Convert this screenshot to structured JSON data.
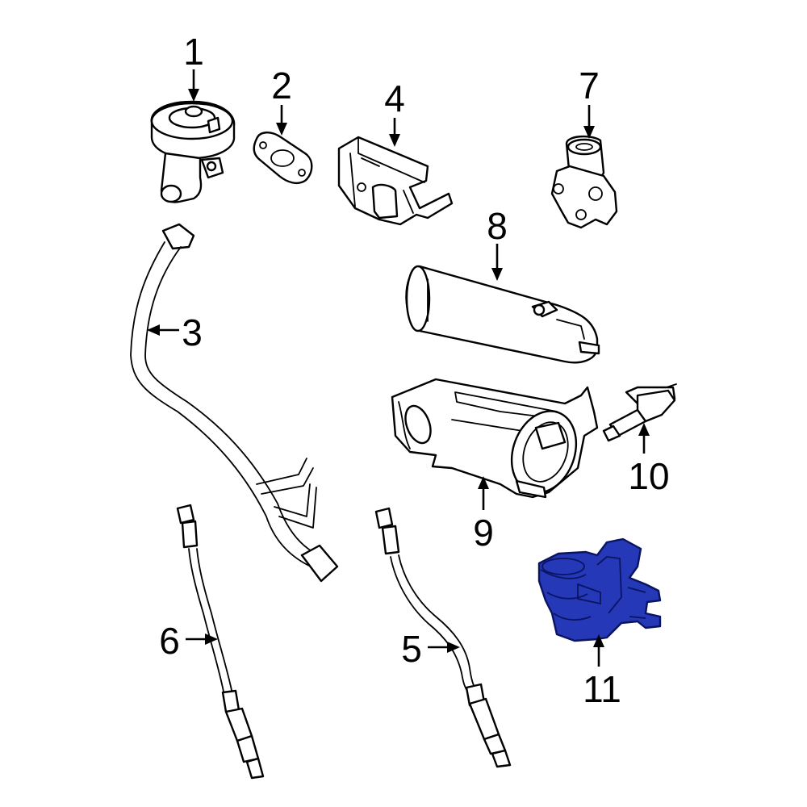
{
  "diagram": {
    "highlight_color": "#2438b8",
    "callouts": [
      {
        "id": "1",
        "label": "1"
      },
      {
        "id": "2",
        "label": "2"
      },
      {
        "id": "3",
        "label": "3"
      },
      {
        "id": "4",
        "label": "4"
      },
      {
        "id": "5",
        "label": "5"
      },
      {
        "id": "6",
        "label": "6"
      },
      {
        "id": "7",
        "label": "7"
      },
      {
        "id": "8",
        "label": "8"
      },
      {
        "id": "9",
        "label": "9"
      },
      {
        "id": "10",
        "label": "10"
      },
      {
        "id": "11",
        "label": "11"
      }
    ],
    "highlighted_callout": "11"
  }
}
